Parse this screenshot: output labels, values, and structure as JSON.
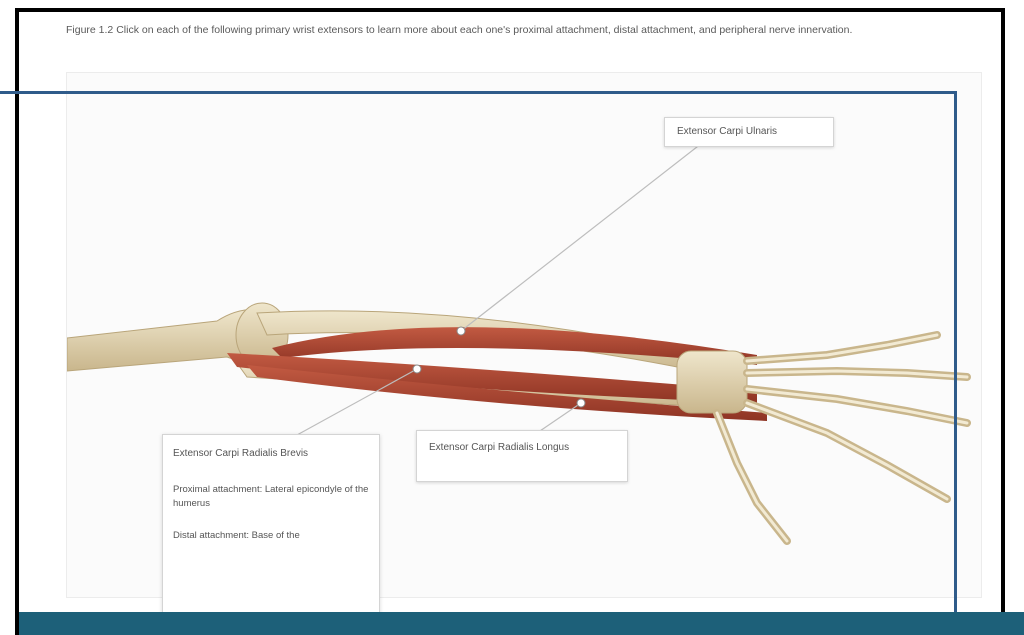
{
  "caption": "Figure 1.2 Click on each of the following primary wrist extensors to learn more about each one's proximal attachment, distal attachment, and peripheral nerve innervation.",
  "labels": {
    "ecu": "Extensor Carpi Ulnaris",
    "ecrl": "Extensor Carpi Radialis Longus",
    "ecrb": "Extensor Carpi Radialis Brevis"
  },
  "panel": {
    "title": "Extensor Carpi Radialis Brevis",
    "proximal": "Proximal attachment: Lateral epicondyle of the humerus",
    "distal": "Distal attachment: Base of the"
  },
  "colors": {
    "accent_bar": "#1d6079",
    "overlay_line": "#2f5b8a",
    "muscle": "#a8432f",
    "bone": "#e3d6b4"
  }
}
